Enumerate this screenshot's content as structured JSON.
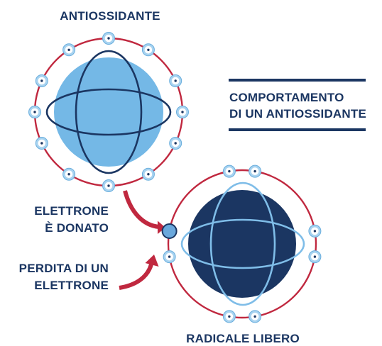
{
  "labels": {
    "antioxidant": "ANTIOSSIDANTE",
    "heading_line1": "COMPORTAMENTO",
    "heading_line2": "DI UN ANTIOSSIDANTE",
    "donated_line1": "ELETTRONE",
    "donated_line2": "È DONATO",
    "loss_line1": "PERDITA DI UN",
    "loss_line2": "ELETTRONE",
    "free_radical": "RADICALE LIBERO"
  },
  "colors": {
    "navy": "#1b3662",
    "light_blue": "#74b8e6",
    "orbit": "#c0283f",
    "electron": "#a8d3f0",
    "donated_electron": "#6aa8dc",
    "soft_blue": "#7fbde8"
  }
}
